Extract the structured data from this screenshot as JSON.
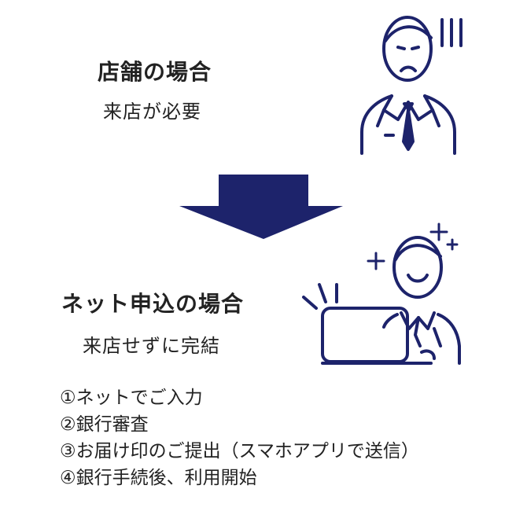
{
  "store": {
    "title": "店舗の場合",
    "subtitle": "来店が必要"
  },
  "online": {
    "title": "ネット申込の場合",
    "subtitle": "来店せずに完結"
  },
  "steps": [
    "①ネットでご入力",
    "②銀行審査",
    "③お届け印のご提出（スマホアプリで送信）",
    "④銀行手続後、利用開始"
  ],
  "colors": {
    "navy": "#1d236b",
    "text": "#222222"
  },
  "icons": {
    "worried_person": "worried-person-icon",
    "happy_person_laptop": "happy-person-laptop-icon",
    "arrow": "down-arrow-icon"
  }
}
